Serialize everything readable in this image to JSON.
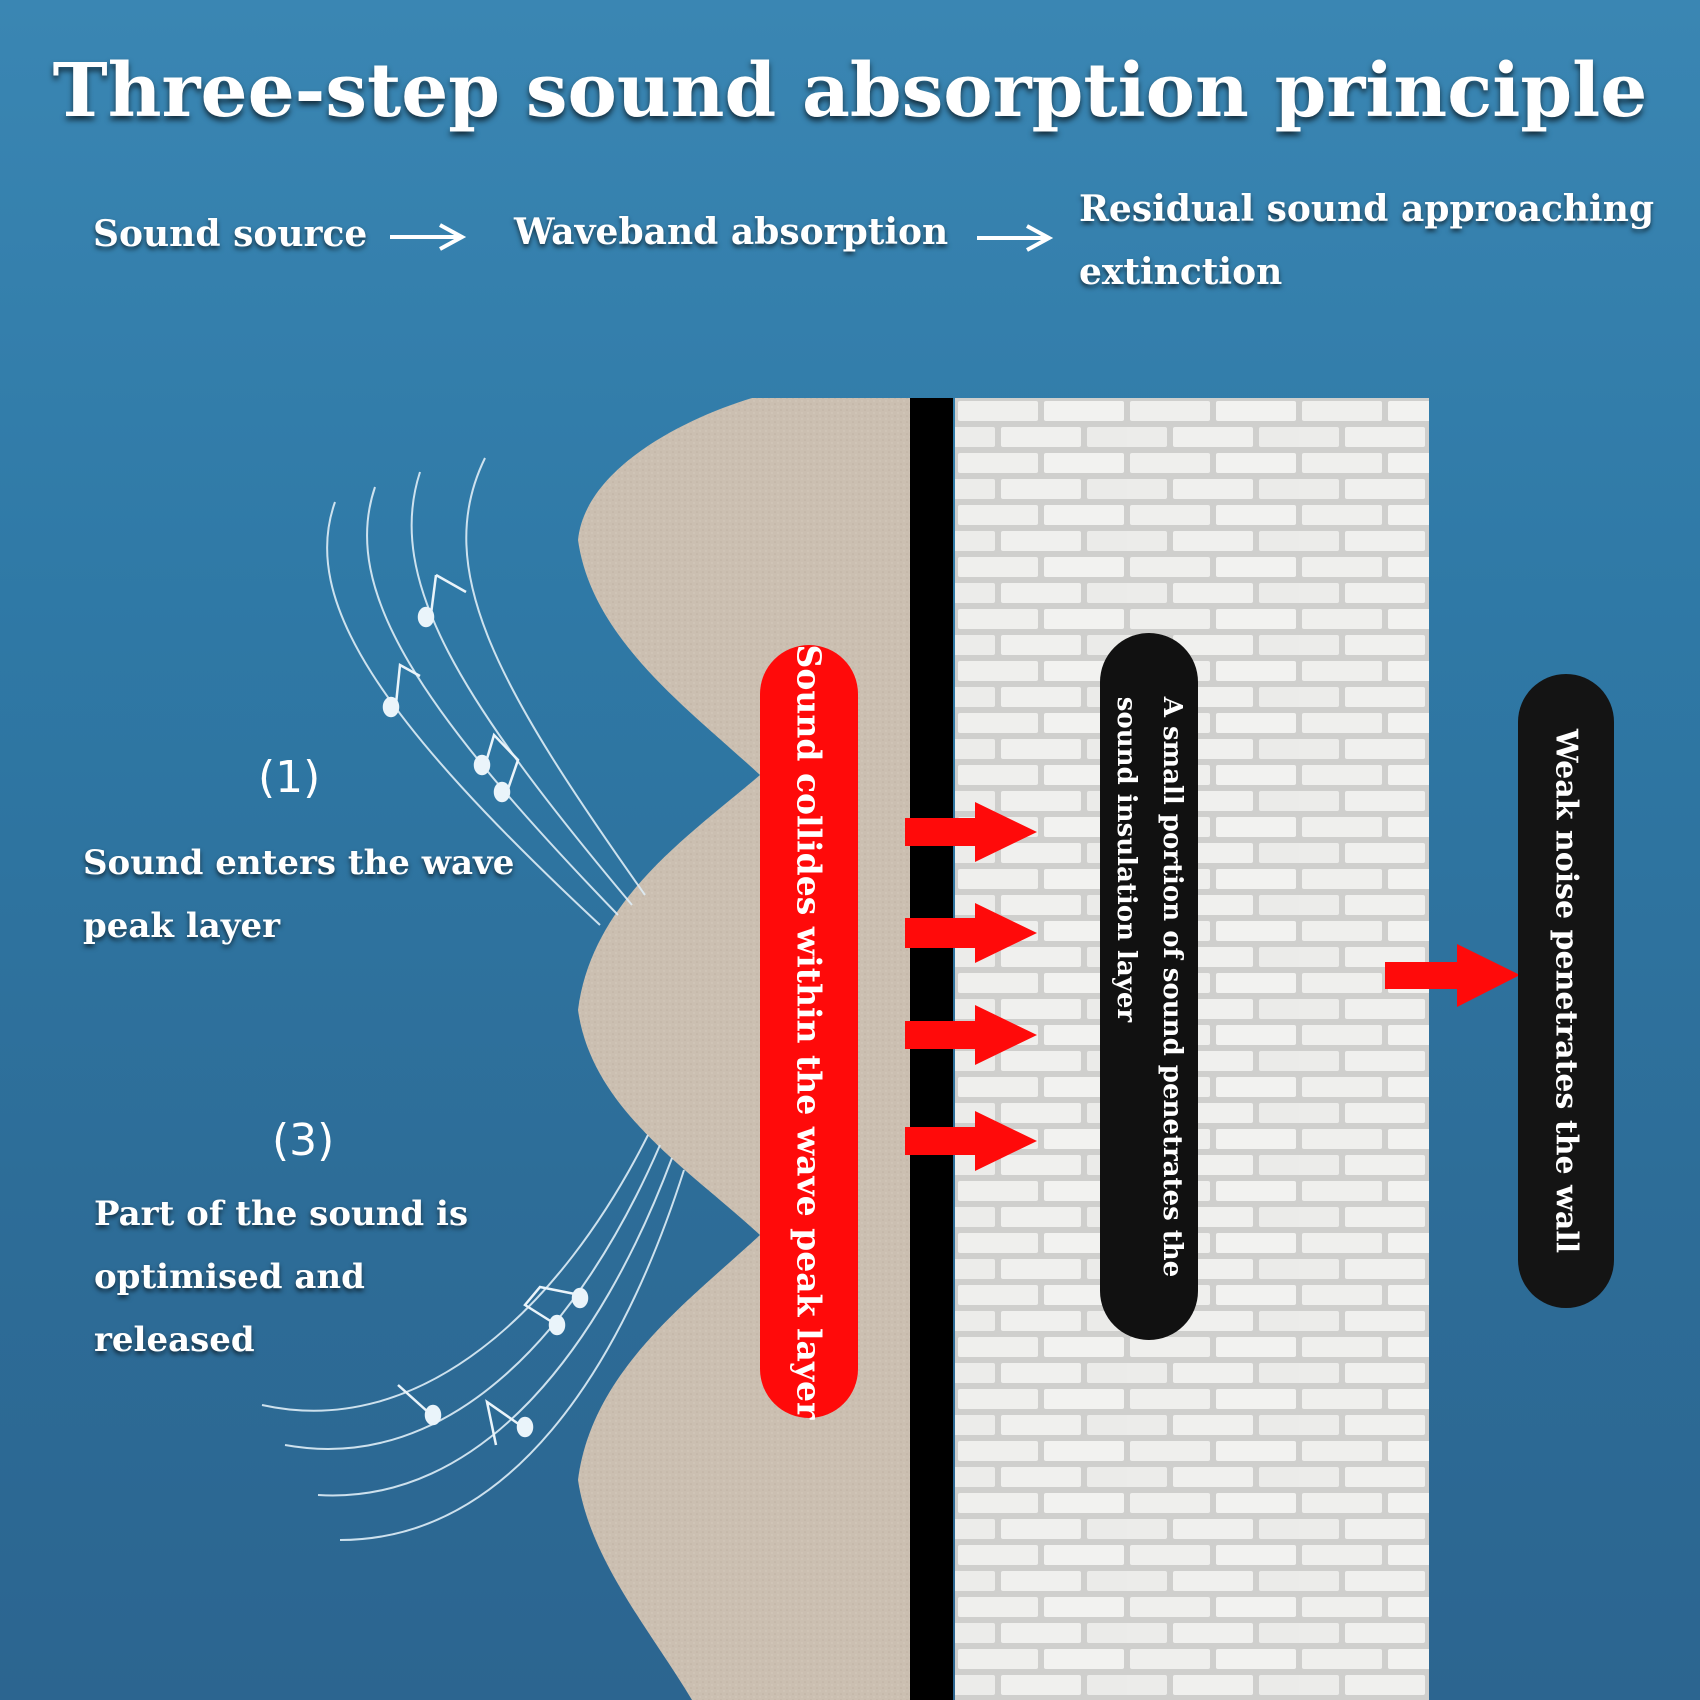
{
  "title": "Three-step sound absorption principle",
  "flow": {
    "step1": "Sound source",
    "step2": "Waveband absorption",
    "step3_line1": "Residual sound approaching",
    "step3_line2": "extinction"
  },
  "annotations": {
    "step1_number": "(1)",
    "step1_line1": "Sound enters the wave",
    "step1_line2": "peak layer",
    "step3_number": "(3)",
    "step3_line1": "Part of the sound is",
    "step3_line2": "optimised and",
    "step3_line3": "released"
  },
  "labels": {
    "collide": "Sound collides within the wave peak layer",
    "penetrate_line1": "A small portion of sound penetrates the",
    "penetrate_line2": "sound insulation layer",
    "weak": "Weak noise penetrates the wall"
  },
  "colors": {
    "background": "#2f79a6",
    "foam": "#cbbfb1",
    "insulation": "#000000",
    "brick": "#e6e6e4",
    "red_accent": "#ff0a0a",
    "label_dark": "#141414"
  },
  "icons": [
    "sound-wave-lines-icon",
    "music-note-icon",
    "arrow-right-icon"
  ]
}
